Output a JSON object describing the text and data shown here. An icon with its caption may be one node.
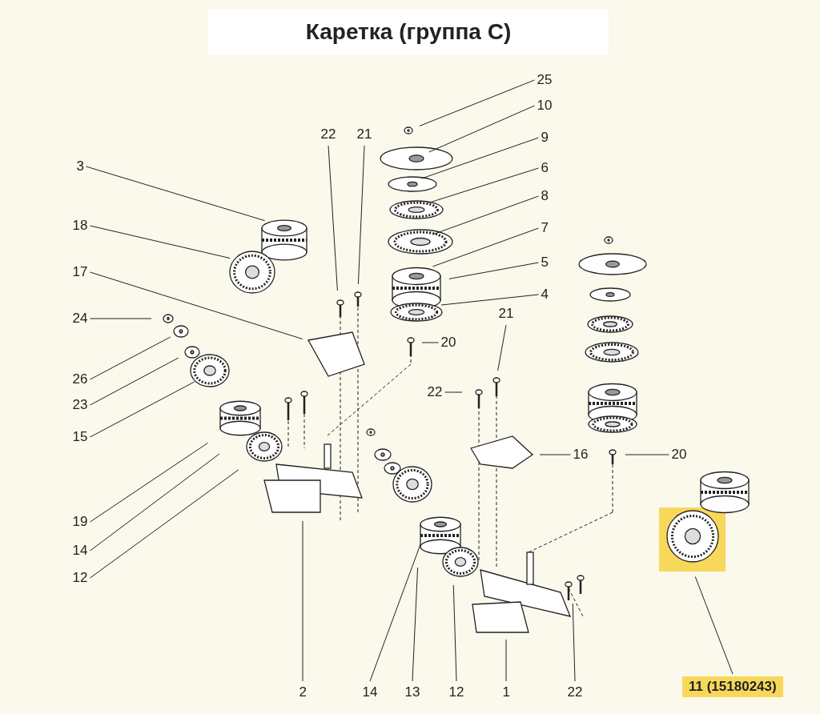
{
  "diagram": {
    "title": "Каретка (группа С)",
    "nodes": [
      {
        "text": [
          "25"
        ]
      },
      {
        "text": [
          "10"
        ]
      },
      {
        "text": [
          "9"
        ]
      },
      {
        "text": [
          "22"
        ]
      },
      {
        "text": [
          "21"
        ]
      },
      {
        "text": [
          "6"
        ]
      },
      {
        "text": [
          "3"
        ]
      },
      {
        "text": [
          "8"
        ]
      },
      {
        "text": [
          "7"
        ]
      },
      {
        "text": [
          "18"
        ]
      },
      {
        "text": [
          "5"
        ]
      },
      {
        "text": [
          "17"
        ]
      },
      {
        "text": [
          "4"
        ]
      },
      {
        "text": [
          "24"
        ]
      },
      {
        "text": [
          "20"
        ]
      },
      {
        "text": [
          "21"
        ]
      },
      {
        "text": [
          "26"
        ]
      },
      {
        "text": [
          "22"
        ]
      },
      {
        "text": [
          "23"
        ]
      },
      {
        "text": [
          "15"
        ]
      },
      {
        "text": [
          "16"
        ]
      },
      {
        "text": [
          "20"
        ]
      },
      {
        "text": [
          "19"
        ]
      },
      {
        "text": [
          "14"
        ]
      },
      {
        "text": [
          "12"
        ]
      },
      {
        "text": [
          "2"
        ]
      },
      {
        "text": [
          "14"
        ]
      },
      {
        "text": [
          "13"
        ]
      },
      {
        "text": [
          "12"
        ]
      },
      {
        "text": [
          "1"
        ]
      },
      {
        "text": [
          "22"
        ]
      },
      {
        "text": [
          "11 (15180243)"
        ]
      }
    ],
    "edges": [
      {
        "from": 0,
        "to": null,
        "arrow": "none"
      },
      {
        "from": 1,
        "to": null,
        "arrow": "none"
      },
      {
        "from": 2,
        "to": null,
        "arrow": "none"
      },
      {
        "from": 3,
        "to": null,
        "arrow": "none"
      },
      {
        "from": 4,
        "to": null,
        "arrow": "none"
      },
      {
        "from": 5,
        "to": null,
        "arrow": "none"
      },
      {
        "from": 6,
        "to": null,
        "arrow": "none"
      },
      {
        "from": 7,
        "to": null,
        "arrow": "none"
      },
      {
        "from": 8,
        "to": null,
        "arrow": "none"
      },
      {
        "from": 9,
        "to": null,
        "arrow": "none"
      },
      {
        "from": 10,
        "to": null,
        "arrow": "none"
      },
      {
        "from": 11,
        "to": null,
        "arrow": "none"
      },
      {
        "from": 12,
        "to": null,
        "arrow": "none"
      },
      {
        "from": 13,
        "to": null,
        "arrow": "none"
      },
      {
        "from": 14,
        "to": null,
        "arrow": "none"
      },
      {
        "from": 15,
        "to": null,
        "arrow": "none"
      },
      {
        "from": 16,
        "to": null,
        "arrow": "none"
      },
      {
        "from": 17,
        "to": null,
        "arrow": "none"
      },
      {
        "from": 18,
        "to": null,
        "arrow": "none"
      },
      {
        "from": 19,
        "to": null,
        "arrow": "none"
      },
      {
        "from": 20,
        "to": null,
        "arrow": "none"
      },
      {
        "from": 21,
        "to": null,
        "arrow": "none"
      },
      {
        "from": 22,
        "to": null,
        "arrow": "none"
      },
      {
        "from": 23,
        "to": null,
        "arrow": "none"
      },
      {
        "from": 24,
        "to": null,
        "arrow": "none"
      },
      {
        "from": 25,
        "to": null,
        "arrow": "none"
      },
      {
        "from": 26,
        "to": null,
        "arrow": "none"
      },
      {
        "from": 27,
        "to": null,
        "arrow": "none"
      },
      {
        "from": 28,
        "to": null,
        "arrow": "none"
      },
      {
        "from": 29,
        "to": null,
        "arrow": "none"
      },
      {
        "from": 30,
        "to": null,
        "arrow": "none"
      },
      {
        "from": 31,
        "to": null,
        "arrow": "none"
      }
    ]
  }
}
